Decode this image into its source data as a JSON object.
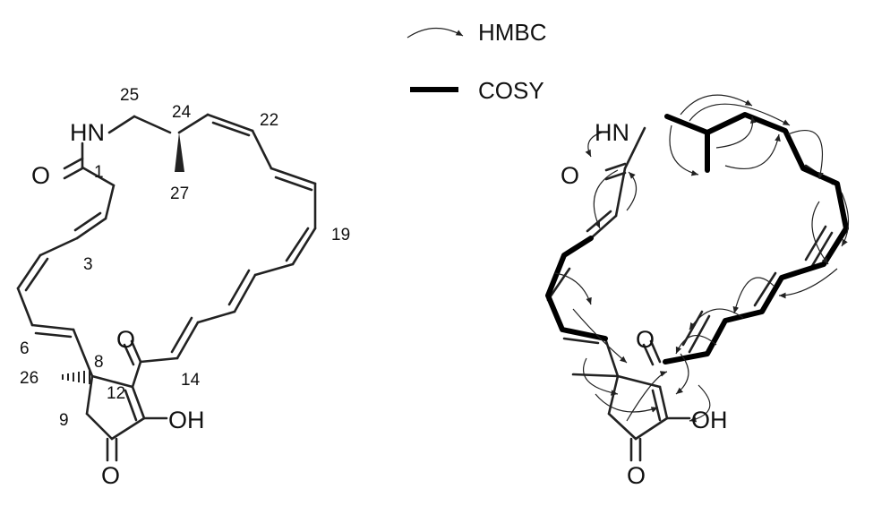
{
  "legend": {
    "hmbc_label": "HMBC",
    "cosy_label": "COSY"
  },
  "left_structure": {
    "atoms": {
      "nh": "HN",
      "carbonyl_o": "O",
      "ketone_o_top": "O",
      "ketone_o_bottom": "O",
      "oh": "OH"
    },
    "numbers": {
      "n1": "1",
      "n3": "3",
      "n6": "6",
      "n8": "8",
      "n9": "9",
      "n12": "12",
      "n14": "14",
      "n19": "19",
      "n22": "22",
      "n24": "24",
      "n25": "25",
      "n26": "26",
      "n27": "27"
    }
  },
  "right_structure": {
    "atoms": {
      "nh": "HN",
      "carbonyl_o": "O",
      "ketone_o_top": "O",
      "ketone_o_bottom": "O",
      "oh": "OH"
    }
  }
}
